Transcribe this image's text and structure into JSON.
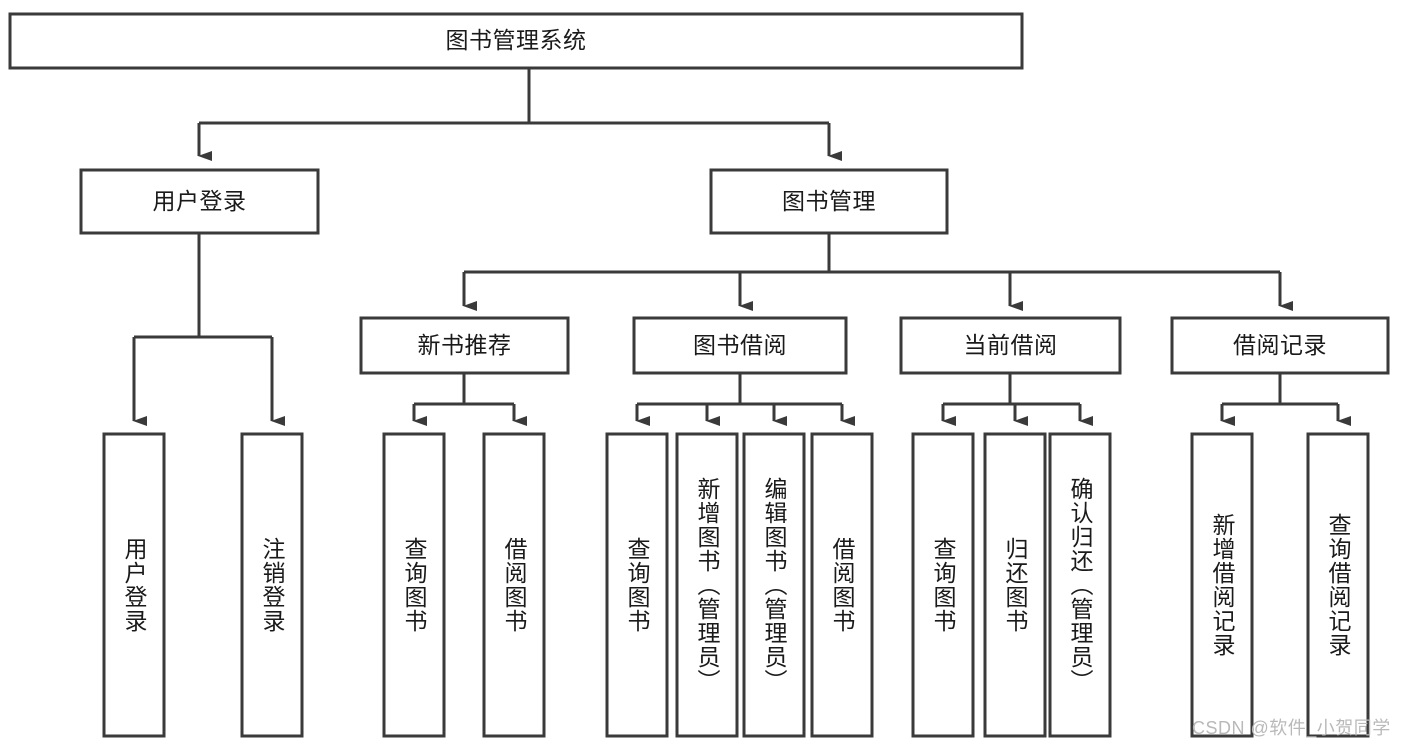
{
  "diagram": {
    "type": "tree-hierarchy-chart",
    "title": "图书管理系统",
    "levels": 3,
    "colors": {
      "box_stroke": "#3a3a3a",
      "box_fill": "#ffffff",
      "connector": "#3a3a3a",
      "text": "#1a1a1a",
      "background": "#ffffff",
      "watermark": "#b9b9b9"
    },
    "nodes": {
      "root": {
        "label": "图书管理系统",
        "orientation": "horizontal"
      },
      "level1": [
        {
          "label": "用户登录",
          "orientation": "horizontal"
        },
        {
          "label": "图书管理",
          "orientation": "horizontal"
        }
      ],
      "level2": [
        {
          "label": "新书推荐",
          "orientation": "horizontal"
        },
        {
          "label": "图书借阅",
          "orientation": "horizontal"
        },
        {
          "label": "当前借阅",
          "orientation": "horizontal"
        },
        {
          "label": "借阅记录",
          "orientation": "horizontal"
        }
      ],
      "leaves": [
        {
          "label": "用户登录",
          "orientation": "vertical",
          "parent": "用户登录"
        },
        {
          "label": "注销登录",
          "orientation": "vertical",
          "parent": "用户登录"
        },
        {
          "label": "查询图书",
          "orientation": "vertical",
          "parent": "新书推荐"
        },
        {
          "label": "借阅图书",
          "orientation": "vertical",
          "parent": "新书推荐"
        },
        {
          "label": "查询图书",
          "orientation": "vertical",
          "parent": "图书借阅"
        },
        {
          "label": "新增图书（管理员）",
          "orientation": "vertical",
          "parent": "图书借阅"
        },
        {
          "label": "编辑图书（管理员）",
          "orientation": "vertical",
          "parent": "图书借阅"
        },
        {
          "label": "借阅图书",
          "orientation": "vertical",
          "parent": "图书借阅"
        },
        {
          "label": "查询图书",
          "orientation": "vertical",
          "parent": "当前借阅"
        },
        {
          "label": "归还图书",
          "orientation": "vertical",
          "parent": "当前借阅"
        },
        {
          "label": "确认归还（管理员）",
          "orientation": "vertical",
          "parent": "当前借阅"
        },
        {
          "label": "新增借阅记录",
          "orientation": "vertical",
          "parent": "借阅记录"
        },
        {
          "label": "查询借阅记录",
          "orientation": "vertical",
          "parent": "借阅记录"
        }
      ]
    },
    "watermark": "CSDN @软件_小贺同学"
  }
}
